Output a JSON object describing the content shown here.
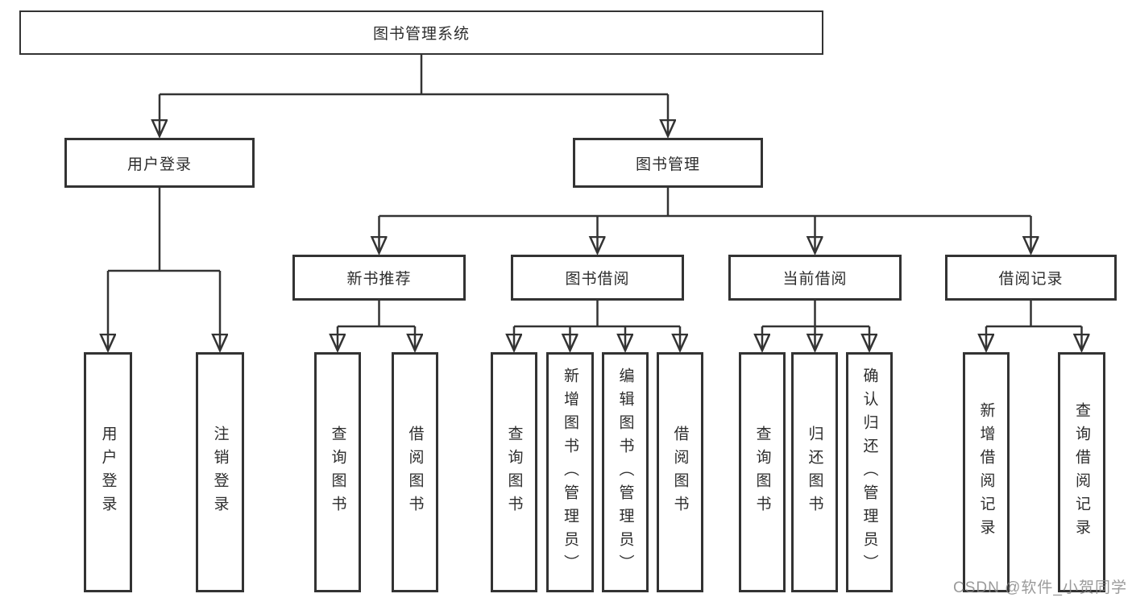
{
  "diagram_title": "图书管理系统",
  "nodes": {
    "root": {
      "label": "图书管理系统"
    },
    "user_login": {
      "label": "用户登录"
    },
    "book_mgmt": {
      "label": "图书管理"
    },
    "new_book_rec": {
      "label": "新书推荐"
    },
    "book_borrow": {
      "label": "图书借阅"
    },
    "current_borrow": {
      "label": "当前借阅"
    },
    "borrow_records": {
      "label": "借阅记录"
    },
    "leaf_user_login": {
      "label": "用户登录"
    },
    "leaf_logout": {
      "label": "注销登录"
    },
    "leaf_query_book_1": {
      "label": "查询图书"
    },
    "leaf_borrow_book_1": {
      "label": "借阅图书"
    },
    "leaf_query_book_2": {
      "label": "查询图书"
    },
    "leaf_add_book": {
      "label": "新增图书（管理员）"
    },
    "leaf_edit_book": {
      "label": "编辑图书（管理员）"
    },
    "leaf_borrow_book_2": {
      "label": "借阅图书"
    },
    "leaf_query_book_3": {
      "label": "查询图书"
    },
    "leaf_return_book": {
      "label": "归还图书"
    },
    "leaf_confirm_return": {
      "label": "确认归还（管理员）"
    },
    "leaf_add_borrow_record": {
      "label": "新增借阅记录"
    },
    "leaf_query_borrow_record": {
      "label": "查询借阅记录"
    }
  },
  "hierarchy": {
    "图书管理系统": [
      "用户登录",
      "图书管理"
    ],
    "用户登录": [
      "用户登录",
      "注销登录"
    ],
    "图书管理": [
      "新书推荐",
      "图书借阅",
      "当前借阅",
      "借阅记录"
    ],
    "新书推荐": [
      "查询图书",
      "借阅图书"
    ],
    "图书借阅": [
      "查询图书",
      "新增图书（管理员）",
      "编辑图书（管理员）",
      "借阅图书"
    ],
    "当前借阅": [
      "查询图书",
      "归还图书",
      "确认归还（管理员）"
    ],
    "借阅记录": [
      "新增借阅记录",
      "查询借阅记录"
    ]
  },
  "watermark": {
    "text": "CSDN @软件_小贺同学"
  },
  "colors": {
    "line": "#333333",
    "box_border": "#333333",
    "text": "#2d2d2d",
    "watermark": "#848484",
    "background": "#ffffff"
  }
}
